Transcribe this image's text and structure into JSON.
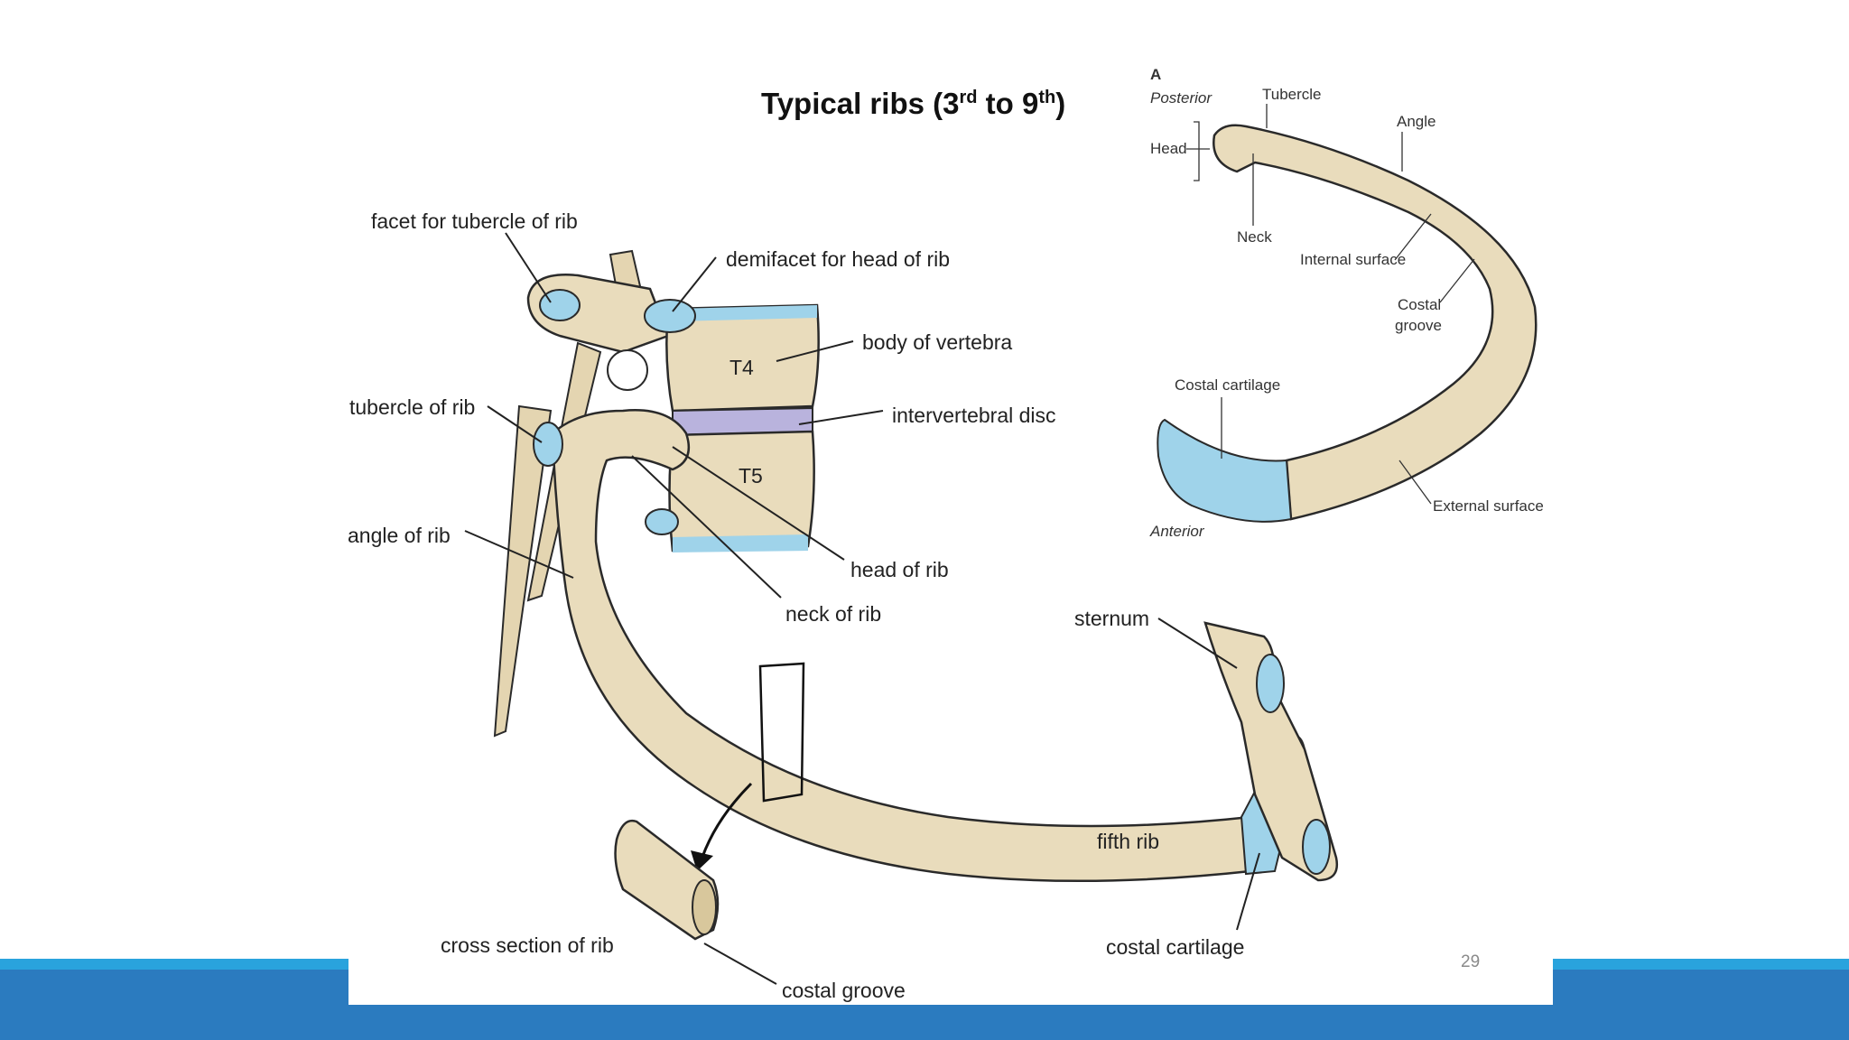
{
  "slide": {
    "title": "Typical ribs (3rd to 9th)",
    "title_main": "Typical ribs (3",
    "title_sup1": "rd",
    "title_mid": " to 9",
    "title_sup2": "th",
    "title_end": ")",
    "page_number": "29"
  },
  "main_figure": {
    "labels": {
      "facet_tubercle": "facet for tubercle of rib",
      "demifacet": "demifacet for head of rib",
      "body_vertebra": "body of vertebra",
      "t4": "T4",
      "t5": "T5",
      "intervertebral_disc": "intervertebral disc",
      "tubercle_of_rib": "tubercle of rib",
      "angle_of_rib": "angle of rib",
      "head_of_rib": "head of rib",
      "neck_of_rib": "neck of rib",
      "sternum": "sternum",
      "fifth_rib": "fifth rib",
      "cross_section": "cross section of rib",
      "costal_groove": "costal groove",
      "costal_cartilage": "costal cartilage"
    }
  },
  "inset_figure": {
    "panel_letter": "A",
    "labels": {
      "posterior": "Posterior",
      "tubercle": "Tubercle",
      "angle": "Angle",
      "head": "Head",
      "neck": "Neck",
      "internal_surface": "Internal surface",
      "costal_groove_1": "Costal",
      "costal_groove_2": "groove",
      "costal_cartilage": "Costal cartilage",
      "external_surface": "External surface",
      "anterior": "Anterior"
    }
  },
  "colors": {
    "bone": "#e9dcbc",
    "cartilage": "#9fd3ea",
    "band_light": "#29a3dd",
    "band_dark": "#2b7bbf"
  }
}
